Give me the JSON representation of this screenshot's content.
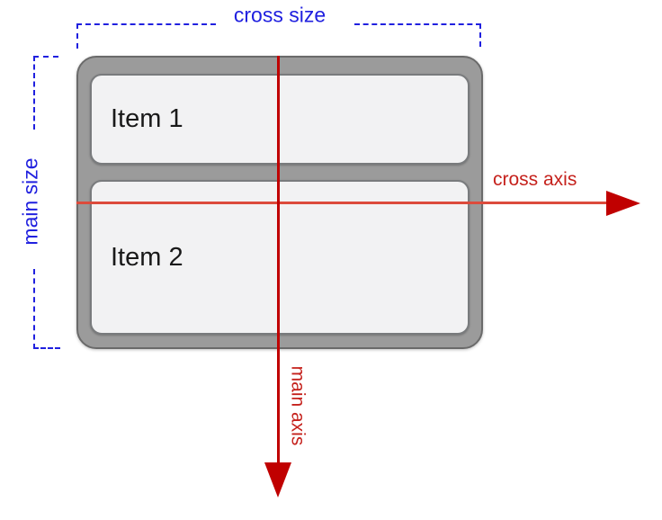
{
  "diagram": {
    "labels": {
      "cross_size": "cross size",
      "main_size": "main size",
      "cross_axis": "cross axis",
      "main_axis": "main axis"
    },
    "items": [
      {
        "label": "Item 1"
      },
      {
        "label": "Item 2"
      }
    ],
    "colors": {
      "annotation_blue": "#2020df",
      "axis_label_red": "#c5211c",
      "main_axis_red": "#c00000",
      "cross_axis_red": "#dc4b3c",
      "container_fill": "#9b9b9b",
      "container_border": "#6a6a6a",
      "item_fill": "#f2f2f3",
      "item_border": "#797b7d"
    }
  }
}
